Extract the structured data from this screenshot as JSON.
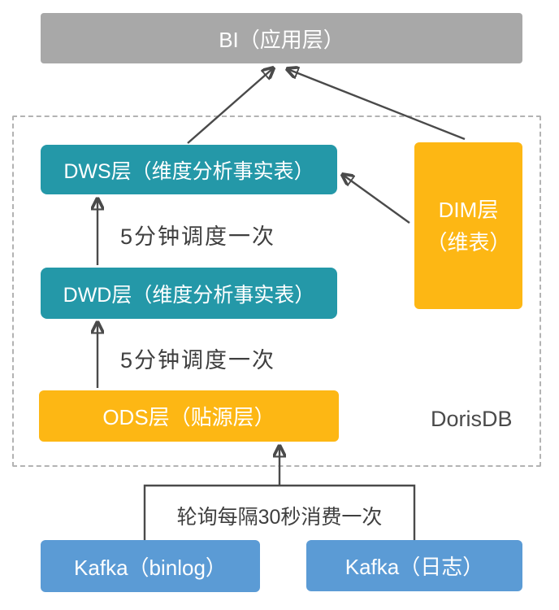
{
  "diagram": {
    "bi": {
      "label": "BI（应用层）"
    },
    "dws": {
      "label": "DWS层（维度分析事实表）"
    },
    "dim": {
      "label_line1": "DIM层",
      "label_line2": "（维表）"
    },
    "dwd": {
      "label": "DWD层（维度分析事实表）"
    },
    "ods": {
      "label": "ODS层（贴源层）"
    },
    "kafka_binlog": {
      "label": "Kafka（binlog）"
    },
    "kafka_log": {
      "label": "Kafka（日志）"
    },
    "group_label": "DorisDB",
    "edge_labels": {
      "dwd_to_dws": "5分钟调度一次",
      "ods_to_dwd": "5分钟调度一次",
      "kafka_to_ods": "轮询每隔30秒消费一次"
    },
    "colors": {
      "teal": "#2498A8",
      "orange": "#FDB714",
      "blue": "#5B9BD5",
      "gray": "#A8A8A8",
      "arrow": "#4A4A4A",
      "dashed_border": "#B3B3B3",
      "label_text": "#3F3F3F"
    }
  }
}
